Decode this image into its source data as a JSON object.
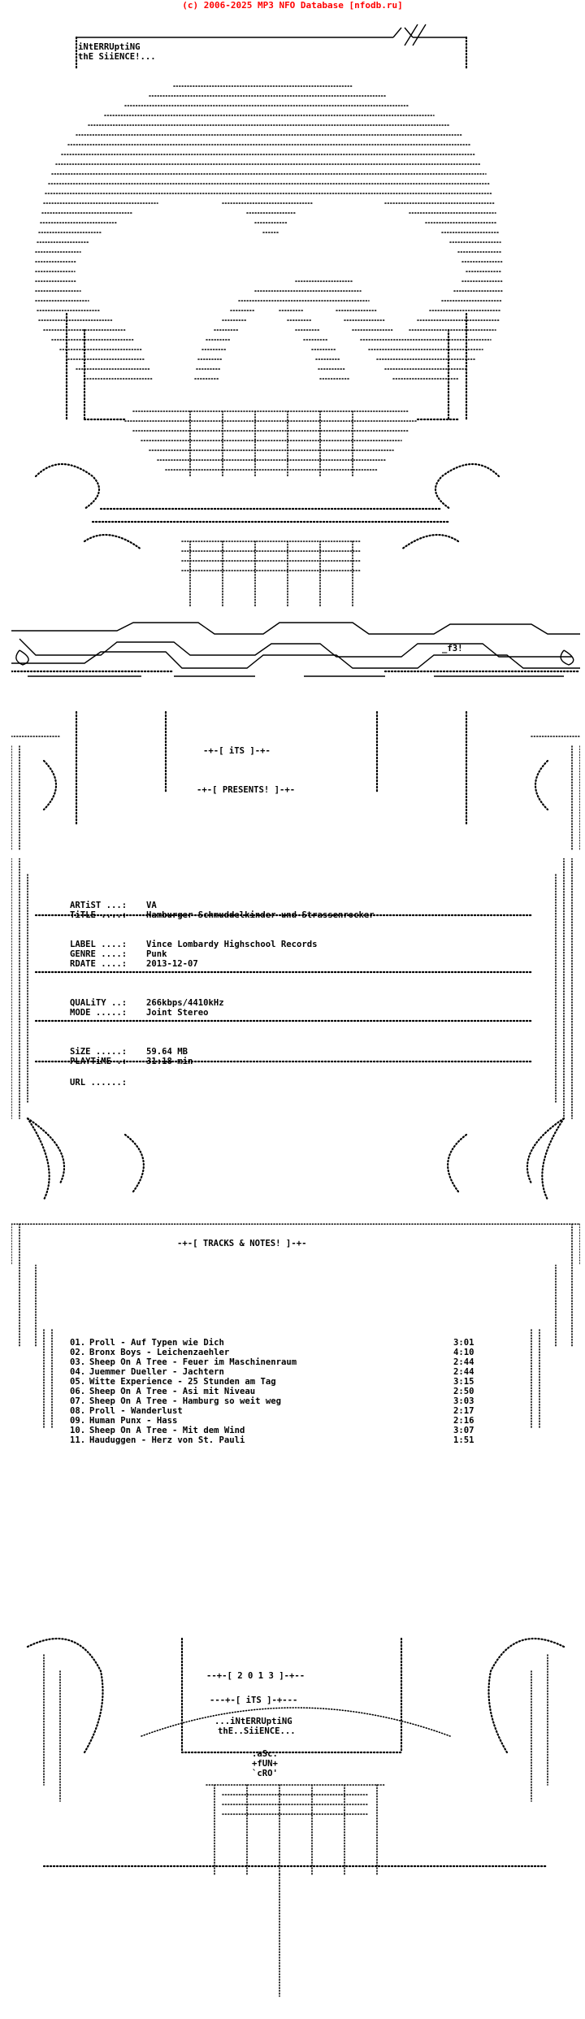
{
  "banner": "(c) 2006-2025 MP3 NFO Database [nfodb.ru]",
  "group_tag": {
    "line1": "iNtERRUptiNG",
    "line2": "thE SiiENCE!..."
  },
  "presents": {
    "group": "-+-[ iTS ]-+-",
    "line": "-+-[ PRESENTS! ]-+-"
  },
  "release": {
    "artist_label": "ARTiST ...:",
    "artist": "VA",
    "title_label": "TiTLE ....:",
    "title": "Hamburger Schmuddelkinder und Strassenrocker",
    "label_label": "LABEL ....:",
    "label": "Vince Lombardy Highschool Records",
    "genre_label": "GENRE ....:",
    "genre": "Punk",
    "rdate_label": "RDATE ....:",
    "rdate": "2013-12-07",
    "quality_label": "QUALiTY ..:",
    "quality": "266kbps/4410kHz",
    "mode_label": "MODE .....:",
    "mode": "Joint Stereo",
    "size_label": "SiZE .....:",
    "size": "59.64 MB",
    "playtime_label": "PLAYTiME .:",
    "playtime": "31:18 min",
    "url_label": "URL ......:"
  },
  "tracks_header": "-+-[ TRACKS & NOTES! ]-+-",
  "tracks": [
    {
      "num": "01.",
      "title": "Proll - Auf Typen wie Dich",
      "dur": "3:01"
    },
    {
      "num": "02.",
      "title": "Bronx Boys - Leichenzaehler",
      "dur": "4:10"
    },
    {
      "num": "03.",
      "title": "Sheep On A Tree - Feuer im Maschinenraum",
      "dur": "2:44"
    },
    {
      "num": "04.",
      "title": "Juemmer Dueller - Jachtern",
      "dur": "2:44"
    },
    {
      "num": "05.",
      "title": "Witte Experience - 25 Stunden am Tag",
      "dur": "3:15"
    },
    {
      "num": "06.",
      "title": "Sheep On A Tree - Asi mit Niveau",
      "dur": "2:50"
    },
    {
      "num": "07.",
      "title": "Sheep On A Tree - Hamburg so weit weg",
      "dur": "3:03"
    },
    {
      "num": "08.",
      "title": "Proll - Wanderlust",
      "dur": "2:17"
    },
    {
      "num": "09.",
      "title": "Human Punx - Hass",
      "dur": "2:16"
    },
    {
      "num": "10.",
      "title": "Sheep On A Tree - Mit dem Wind",
      "dur": "3:07"
    },
    {
      "num": "11.",
      "title": "Hauduggen - Herz von St. Pauli",
      "dur": "1:51"
    }
  ],
  "footer": {
    "year": "--+-[ 2 0 1 3 ]-+--",
    "group": "---+-[ iTS ]-+---",
    "name1": "...iNtERRUptiNG",
    "name2": "thE..SiiENCE...",
    "credit1": ".aSc.",
    "credit2": "+fUN+",
    "credit3": "`cRO'",
    "logo_tag": "_f3!"
  }
}
